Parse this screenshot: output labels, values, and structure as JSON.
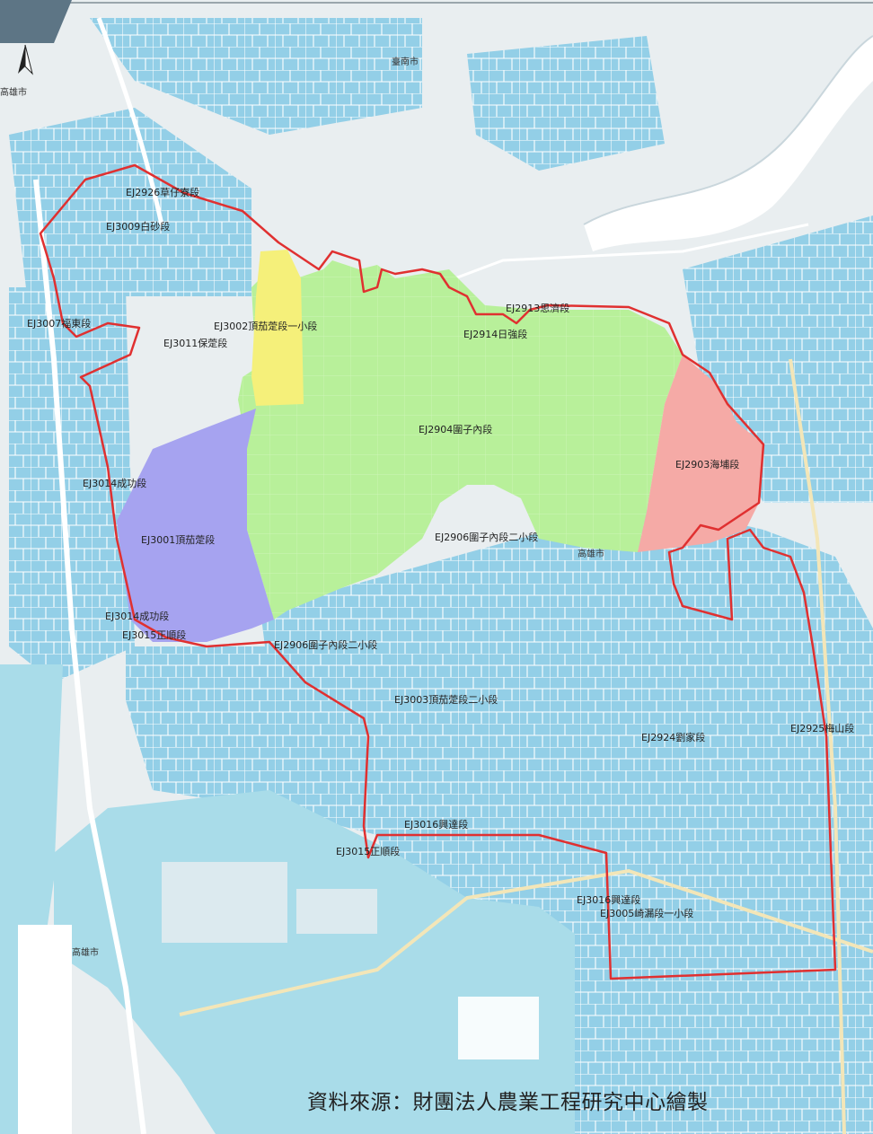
{
  "map": {
    "colors": {
      "water": "#a9dce9",
      "parcel": "#93cfe7",
      "land": "#e9eef0",
      "road": "#ffffff",
      "boundary": "#e03030",
      "zone_green": "#b8f09a",
      "zone_purple": "#a6a3f0",
      "zone_yellow": "#f5f07a",
      "zone_pink": "#f5aaa6",
      "corner_badge": "#5d7585",
      "river": "#ffffff"
    },
    "icons": [
      "north-arrow-icon"
    ],
    "city_labels": {
      "tainan": "臺南市",
      "kaohsiung_nw": "高雄市",
      "kaohsiung_center": "高雄市",
      "kaohsiung_sw": "高雄市"
    },
    "sections": {
      "ej2926": "EJ2926草仔寮段",
      "ej3009": "EJ3009白砂段",
      "ej3007": "EJ3007福東段",
      "ej3002": "EJ3002頂茄萣段一小段",
      "ej3011": "EJ3011保萣段",
      "ej2913": "EJ2913思濟段",
      "ej2914": "EJ2914日強段",
      "ej2904": "EJ2904圍子內段",
      "ej2903": "EJ2903海埔段",
      "ej3014a": "EJ3014成功段",
      "ej3001": "EJ3001頂茄萣段",
      "ej2906a": "EJ2906圍子內段二小段",
      "ej3014b": "EJ3014成功段",
      "ej3015a": "EJ3015正順段",
      "ej2906b": "EJ2906圍子內段二小段",
      "ej3003": "EJ3003頂茄萣段二小段",
      "ej2924": "EJ2924劉家段",
      "ej2925": "EJ2925梅山段",
      "ej3016a": "EJ3016興達段",
      "ej3015b": "EJ3015正順段",
      "ej3016b": "EJ3016興達段",
      "ej3005": "EJ3005崎漏段一小段"
    },
    "credit": "資料來源：財團法人農業工程研究中心繪製"
  }
}
